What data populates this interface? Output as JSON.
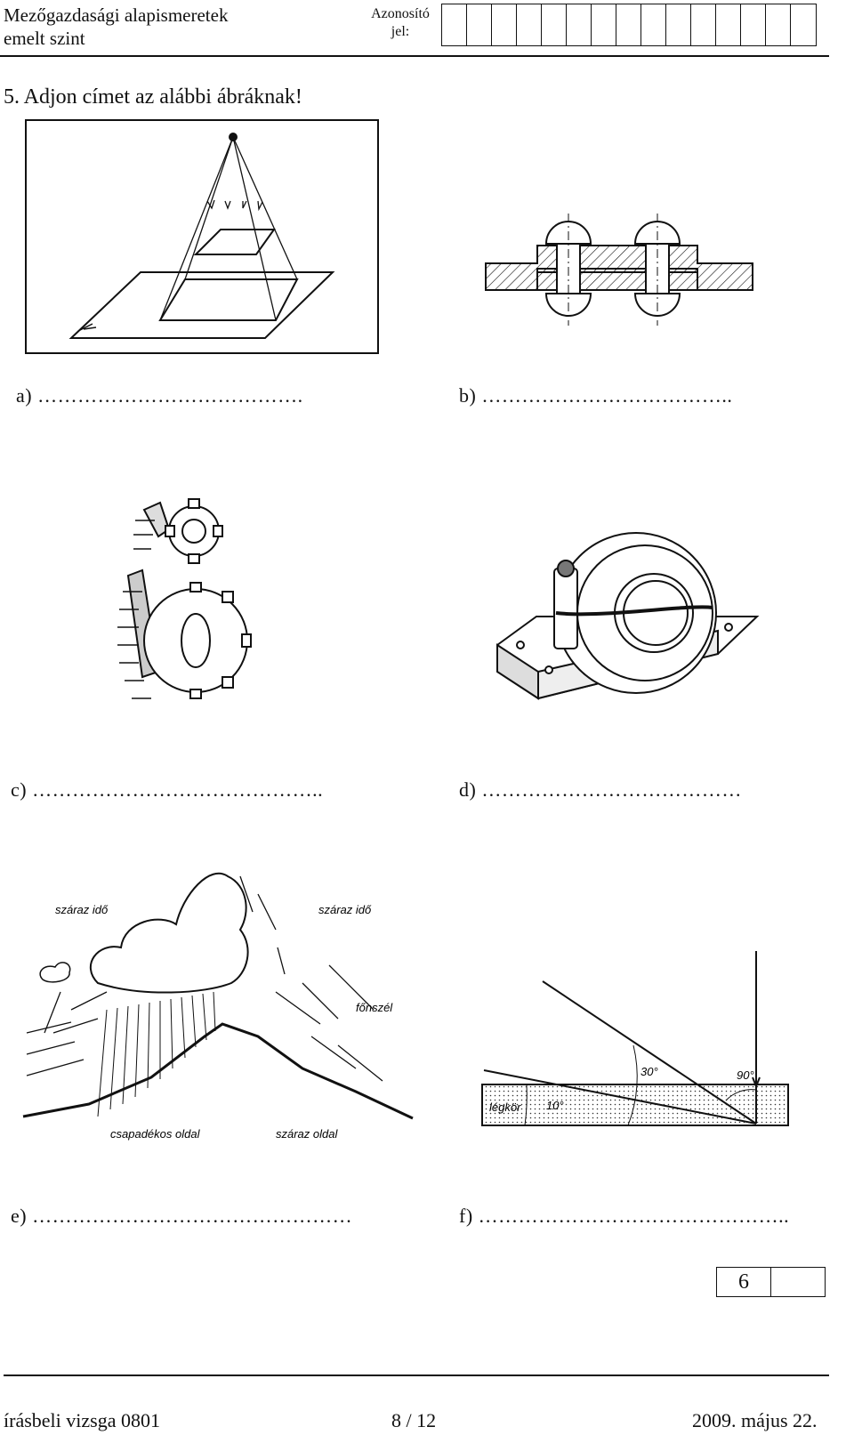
{
  "header": {
    "subject_line1": "Mezőgazdasági alapismeretek",
    "subject_line2": "emelt szint",
    "id_label_line1": "Azonosító",
    "id_label_line2": "jel:",
    "id_box_count": 15
  },
  "question": "5. Adjon címet az alábbi ábráknak!",
  "answers": [
    {
      "letter": "a)",
      "dots": "…………………………………."
    },
    {
      "letter": "b)",
      "dots": "……………………………….."
    },
    {
      "letter": "c)",
      "dots": "…………………………………….."
    },
    {
      "letter": "d)",
      "dots": "…………………………………"
    },
    {
      "letter": "e)",
      "dots": "…………………………………………"
    },
    {
      "letter": "f)",
      "dots": "……………………………………….."
    }
  ],
  "figure_e": {
    "label_dry_time_left": "száraz idő",
    "label_dry_time_right": "száraz idő",
    "label_fohn": "főnszél",
    "label_wet_side": "csapadékos oldal",
    "label_dry_side": "száraz oldal"
  },
  "figure_f": {
    "label_atmosphere": "légkör",
    "angle_30": "30°",
    "angle_90": "90°",
    "angle_10": "10°"
  },
  "score": {
    "value": "6"
  },
  "footer": {
    "left": "írásbeli vizsga 0801",
    "center": "8 / 12",
    "right": "2009. május 22."
  }
}
